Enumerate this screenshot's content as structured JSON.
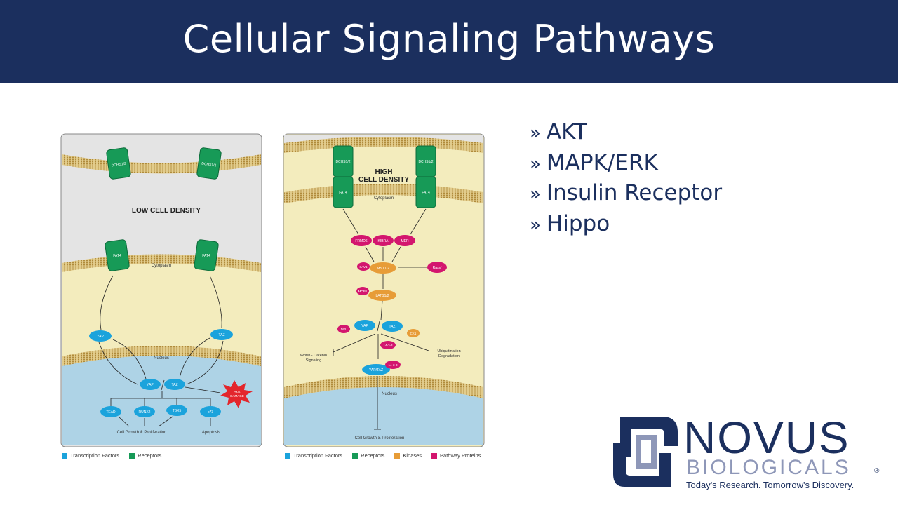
{
  "header": {
    "title": "Cellular Signaling Pathways"
  },
  "bullets": [
    {
      "mark": "»",
      "label": "AKT"
    },
    {
      "mark": "»",
      "label": "MAPK/ERK"
    },
    {
      "mark": "»",
      "label": "Insulin Receptor"
    },
    {
      "mark": "»",
      "label": "Hippo"
    }
  ],
  "colors": {
    "header": "#1b2f5e",
    "receptor": "#179a57",
    "transcription": "#1ba3dc",
    "kinase": "#e79c37",
    "pathway": "#d3166e",
    "cytoplasm": "#f3ecbd",
    "nucleus": "#aed3e6"
  },
  "left_diagram": {
    "title": "LOW CELL DENSITY",
    "receptors_top": [
      "DCHS1/2",
      "DCHS1/2"
    ],
    "receptors_mid": [
      "FAT4",
      "FAT4"
    ],
    "cytoplasm_label": "Cytoplasm",
    "nucleus_label": "Nucleus",
    "yap": "YAP",
    "taz": "TAZ",
    "yap2": "YAP",
    "taz2": "TAZ",
    "tf": [
      "TEAD",
      "RUNX2",
      "TBX5",
      "p73"
    ],
    "dna_damage": "DNA\nDAMAGE",
    "growth": "Cell Growth & Proliferation",
    "apoptosis": "Apoptosis",
    "legend": [
      {
        "label": "Transcription Factors",
        "color": "#1ba3dc"
      },
      {
        "label": "Receptors",
        "color": "#179a57"
      }
    ]
  },
  "right_diagram": {
    "title_line1": "HIGH",
    "title_line2": "CELL DENSITY",
    "receptor_top": [
      "DCHS1/2",
      "DCHS1/2"
    ],
    "receptor_fat": [
      "FAT4",
      "FAT4"
    ],
    "cytoplasm_label": "Cytoplasm",
    "kinases_top": [
      "FRMD6",
      "KIBRA",
      "MER"
    ],
    "sav1": "SAV1",
    "mst": "MST1/2",
    "rassf": "Rassf",
    "mob1": "MOB1",
    "lats": "LATS1/2",
    "dvl": "DVL",
    "yap": "YAP",
    "taz": "TAZ",
    "ck1": "CK1",
    "p1433a": "14-3-3",
    "p1433b": "14-3-3",
    "yaptaz": "YAP/TAZ",
    "wnt": "Wnt/b - Catenin\nSignaling",
    "ubiq": "Ubiquitination\nDegradation",
    "nucleus_label": "Nucleus",
    "growth": "Cell Growth & Proliferation",
    "legend": [
      {
        "label": "Transcription Factors",
        "color": "#1ba3dc"
      },
      {
        "label": "Receptors",
        "color": "#179a57"
      },
      {
        "label": "Kinases",
        "color": "#e79c37"
      },
      {
        "label": "Pathway Proteins",
        "color": "#d3166e"
      }
    ]
  },
  "logo": {
    "brand": "NOVUS",
    "sub": "BIOLOGICALS",
    "tagline": "Today's Research. Tomorrow's Discovery.",
    "registered": "®"
  }
}
